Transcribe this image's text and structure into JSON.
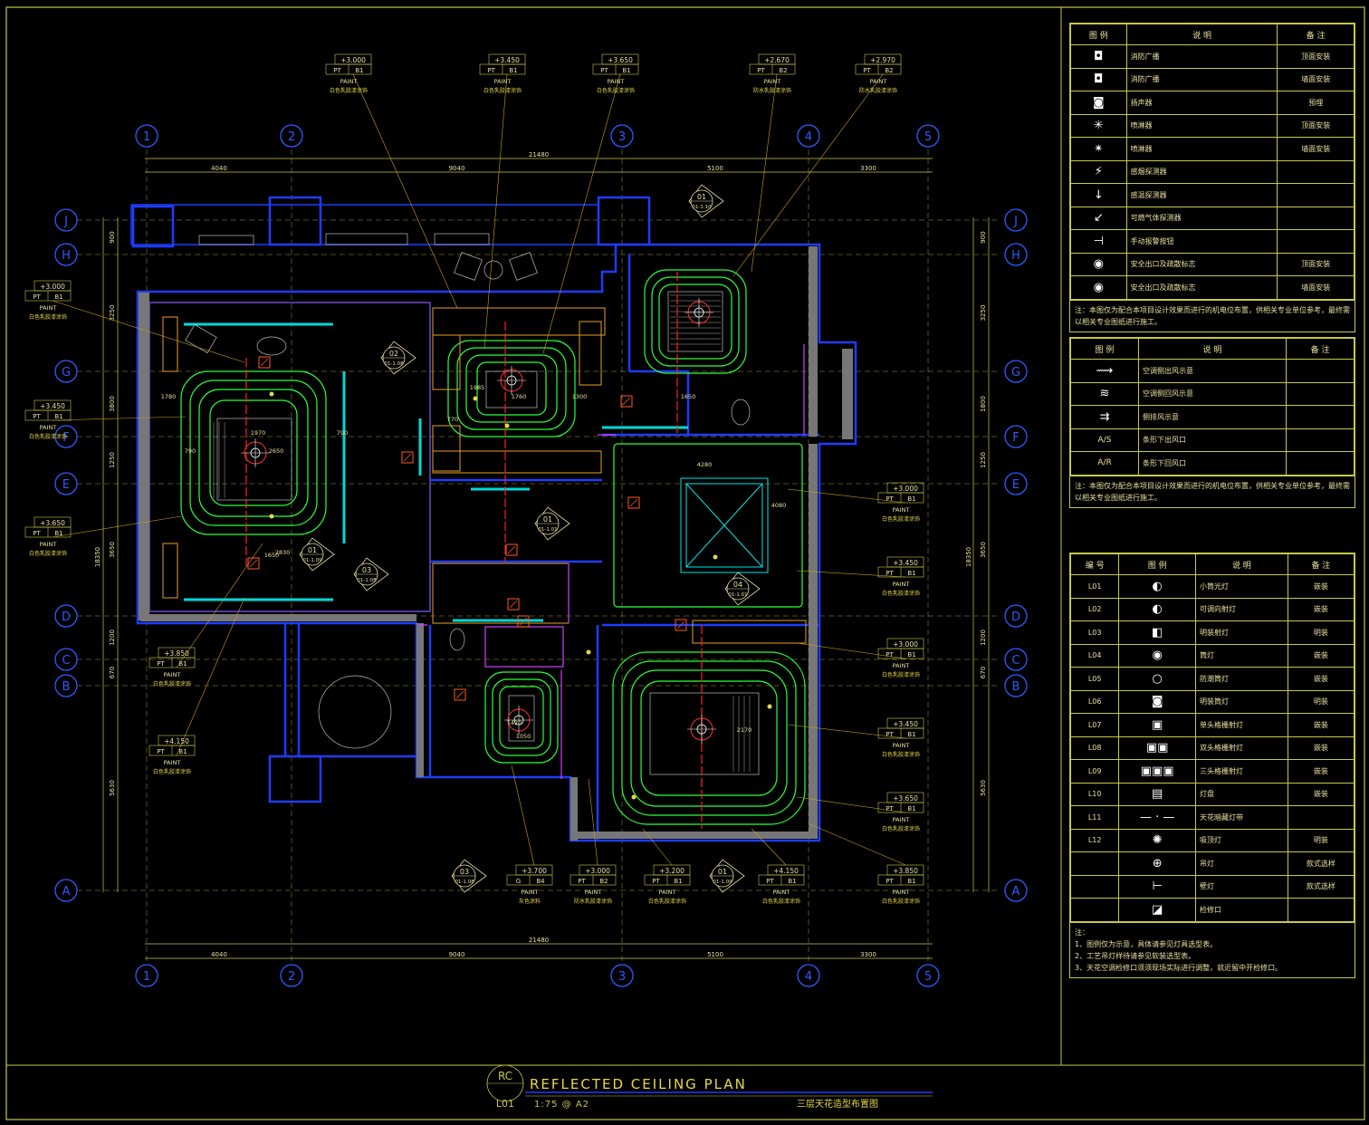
{
  "drawing": {
    "title_en": "REFLECTED CEILING PLAN",
    "title_cn": "三层天花造型布置图",
    "rc": "RC",
    "sheet": "L01",
    "scale": "1:75 @ A2"
  },
  "grid": {
    "cols": [
      "1",
      "2",
      "3",
      "4",
      "5"
    ],
    "rows_left": [
      "J",
      "H",
      "G",
      "F",
      "E",
      "D",
      "C",
      "B",
      "A"
    ],
    "rows_right": [
      "J",
      "H",
      "G",
      "F",
      "E",
      "D",
      "C",
      "B",
      "A"
    ],
    "top_dims": [
      "4040",
      "9040",
      "5100",
      "3300"
    ],
    "top_total": "21480",
    "bottom_dims": [
      "4040",
      "9040",
      "5100",
      "3300"
    ],
    "bottom_total": "21480",
    "left_dims": [
      "900",
      "3250",
      "3800",
      "1250",
      "3650",
      "1200",
      "670",
      "5630"
    ],
    "left_total": "18350",
    "right_dims": [
      "900",
      "3250",
      "1800",
      "1250",
      "3650",
      "1200",
      "670",
      "5630"
    ],
    "right_total": "18350"
  },
  "tags": [
    {
      "h": "+3.000",
      "c1": "PT",
      "c2": "B1",
      "m": "PAINT",
      "n": "白色乳胶漆涂饰"
    },
    {
      "h": "+3.450",
      "c1": "PT",
      "c2": "B1",
      "m": "PAINT",
      "n": "白色乳胶漆涂饰"
    },
    {
      "h": "+3.650",
      "c1": "PT",
      "c2": "B1",
      "m": "PAINT",
      "n": "白色乳胶漆涂饰"
    },
    {
      "h": "+2.670",
      "c1": "PT",
      "c2": "B2",
      "m": "PAINT",
      "n": "防水乳胶漆涂饰"
    },
    {
      "h": "+2.970",
      "c1": "PT",
      "c2": "B2",
      "m": "PAINT",
      "n": "防水乳胶漆涂饰"
    },
    {
      "h": "+3.000",
      "c1": "PT",
      "c2": "B1",
      "m": "PAINT",
      "n": "白色乳胶漆涂饰"
    },
    {
      "h": "+3.450",
      "c1": "PT",
      "c2": "B1",
      "m": "PAINT",
      "n": "白色乳胶漆涂饰"
    },
    {
      "h": "+3.650",
      "c1": "PT",
      "c2": "B1",
      "m": "PAINT",
      "n": "白色乳胶漆涂饰"
    },
    {
      "h": "+3.850",
      "c1": "PT",
      "c2": "B1",
      "m": "PAINT",
      "n": "白色乳胶漆涂饰"
    },
    {
      "h": "+4.150",
      "c1": "PT",
      "c2": "B1",
      "m": "PAINT",
      "n": "白色乳胶漆涂饰"
    },
    {
      "h": "+3.000",
      "c1": "PT",
      "c2": "B1",
      "m": "PAINT",
      "n": "白色乳胶漆涂饰"
    },
    {
      "h": "+3.450",
      "c1": "PT",
      "c2": "B1",
      "m": "PAINT",
      "n": "白色乳胶漆涂饰"
    },
    {
      "h": "+3.000",
      "c1": "PT",
      "c2": "B1",
      "m": "PAINT",
      "n": "白色乳胶漆涂饰"
    },
    {
      "h": "+3.450",
      "c1": "PT",
      "c2": "B1",
      "m": "PAINT",
      "n": "白色乳胶漆涂饰"
    },
    {
      "h": "+3.650",
      "c1": "PT",
      "c2": "B1",
      "m": "PAINT",
      "n": "白色乳胶漆涂饰"
    },
    {
      "h": "+3.850",
      "c1": "PT",
      "c2": "B1",
      "m": "PAINT",
      "n": "白色乳胶漆涂饰"
    },
    {
      "h": "+3.700",
      "c1": "G",
      "c2": "B4",
      "m": "PAINT",
      "n": "灰色涂料"
    },
    {
      "h": "+3.000",
      "c1": "PT",
      "c2": "B2",
      "m": "PAINT",
      "n": "防水乳胶漆涂饰"
    },
    {
      "h": "+3.200",
      "c1": "PT",
      "c2": "B1",
      "m": "PAINT",
      "n": "白色乳胶漆涂饰"
    },
    {
      "h": "+4.150",
      "c1": "PT",
      "c2": "B1",
      "m": "PAINT",
      "n": "白色乳胶漆涂饰"
    }
  ],
  "sections": [
    {
      "n": "01",
      "s": "01-1.10"
    },
    {
      "n": "02",
      "s": "01-1.08"
    },
    {
      "n": "01",
      "s": "01-1.09"
    },
    {
      "n": "03",
      "s": "01-1.08"
    },
    {
      "n": "01",
      "s": "01-1.01"
    },
    {
      "n": "04",
      "s": "01-1.01"
    },
    {
      "n": "03",
      "s": "01-1.08"
    },
    {
      "n": "01",
      "s": "01-1.09"
    }
  ],
  "plan_dims": [
    "1970",
    "2650",
    "1760",
    "1985",
    "770",
    "4280",
    "4080",
    "1650",
    "1420",
    "1050",
    "2170",
    "1650",
    "2830",
    "790",
    "790",
    "1780",
    "1300"
  ],
  "legend1": {
    "headers": [
      "图 例",
      "说 明",
      "备 注"
    ],
    "rows": [
      {
        "i": "◘",
        "d": "消防广播",
        "r": "顶面安装"
      },
      {
        "i": "◘",
        "d": "消防广播",
        "r": "墙面安装"
      },
      {
        "i": "◙",
        "d": "扬声器",
        "r": "预埋"
      },
      {
        "i": "✳",
        "d": "喷淋器",
        "r": "顶面安装"
      },
      {
        "i": "✴",
        "d": "喷淋器",
        "r": "墙面安装"
      },
      {
        "i": "⚡",
        "d": "感烟探测器",
        "r": ""
      },
      {
        "i": "↓",
        "d": "感温探测器",
        "r": ""
      },
      {
        "i": "↙",
        "d": "可燃气体探测器",
        "r": ""
      },
      {
        "i": "⊣",
        "d": "手动报警按钮",
        "r": ""
      },
      {
        "i": "◉",
        "d": "安全出口及疏散标志",
        "r": "顶面安装"
      },
      {
        "i": "◉",
        "d": "安全出口及疏散标志",
        "r": "墙面安装"
      }
    ],
    "note": "注：本图仅为配合本项目设计效果而进行的机电位布置，供相关专业单位参考，最终需以相关专业图纸进行施工。"
  },
  "legend2": {
    "headers": [
      "图 例",
      "说 明",
      "备 注"
    ],
    "rows": [
      {
        "i": "⟿",
        "d": "空调侧出风示意",
        "r": ""
      },
      {
        "i": "≋",
        "d": "空调侧回风示意",
        "r": ""
      },
      {
        "i": "⇉",
        "d": "侧排风示意",
        "r": ""
      },
      {
        "i": "A/S",
        "d": "条形下出风口",
        "r": ""
      },
      {
        "i": "A/R",
        "d": "条形下回风口",
        "r": ""
      }
    ],
    "note": "注：本图仅为配合本项目设计效果而进行的机电位布置，供相关专业单位参考，最终需以相关专业图纸进行施工。"
  },
  "legend3": {
    "headers": [
      "编 号",
      "图 例",
      "说 明",
      "备 注"
    ],
    "rows": [
      {
        "c": "L01",
        "i": "◐",
        "d": "小筒光灯",
        "r": "嵌装"
      },
      {
        "c": "L02",
        "i": "◐",
        "d": "可调向射灯",
        "r": "嵌装"
      },
      {
        "c": "L03",
        "i": "◧",
        "d": "明装射灯",
        "r": "明装"
      },
      {
        "c": "L04",
        "i": "◉",
        "d": "筒灯",
        "r": "嵌装"
      },
      {
        "c": "L05",
        "i": "○",
        "d": "防潮筒灯",
        "r": "嵌装"
      },
      {
        "c": "L06",
        "i": "◙",
        "d": "明装筒灯",
        "r": "明装"
      },
      {
        "c": "L07",
        "i": "▣",
        "d": "单头格栅射灯",
        "r": "嵌装"
      },
      {
        "c": "L08",
        "i": "▣▣",
        "d": "双头格栅射灯",
        "r": "嵌装"
      },
      {
        "c": "L09",
        "i": "▣▣▣",
        "d": "三头格栅射灯",
        "r": "嵌装"
      },
      {
        "c": "L10",
        "i": "▤",
        "d": "灯盘",
        "r": "嵌装"
      },
      {
        "c": "L11",
        "i": "— · —",
        "d": "天花暗藏灯带",
        "r": ""
      },
      {
        "c": "L12",
        "i": "✺",
        "d": "吸顶灯",
        "r": "明装"
      },
      {
        "c": "",
        "i": "⊕",
        "d": "吊灯",
        "r": "款式选样"
      },
      {
        "c": "",
        "i": "⊢",
        "d": "壁灯",
        "r": "款式选样"
      },
      {
        "c": "",
        "i": "◪",
        "d": "检修口",
        "r": ""
      }
    ],
    "notes": [
      "注：",
      "1、图例仅为示意，具体请参见灯具选型表。",
      "2、工艺吊灯样待请参见软装选型表。",
      "3、天花空调检修口须须现场实际进行调整，就近留中开检修口。"
    ]
  },
  "colors": {
    "border": "#c9c84a",
    "wall": "#1e3cff",
    "green": "#2bff3a",
    "cyan": "#00e6e6",
    "yellow": "#e8d84a",
    "red": "#ff2020",
    "magenta": "#d040ff"
  }
}
